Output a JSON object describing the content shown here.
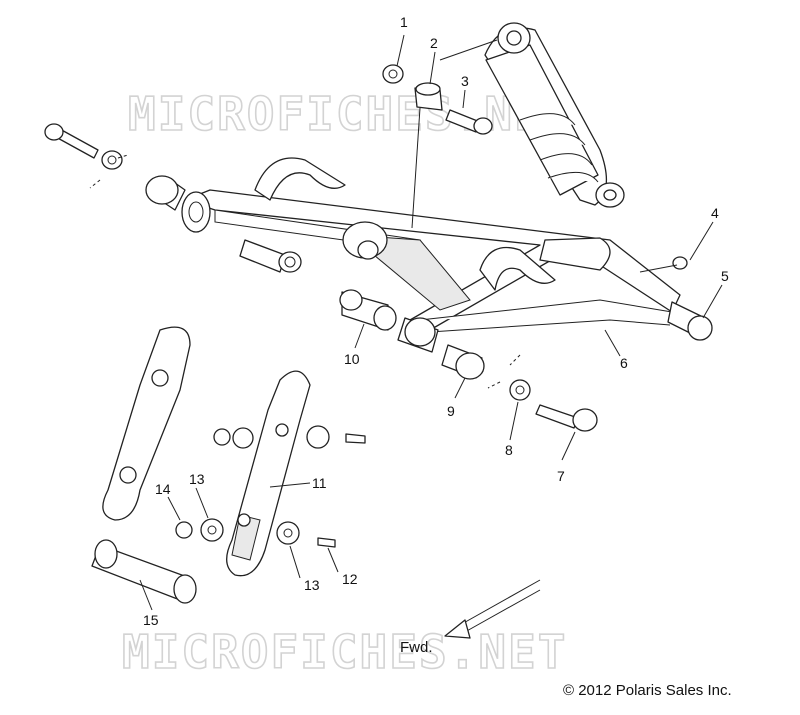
{
  "watermark": "MICROFICHES.NET",
  "direction_label": "Fwd.",
  "copyright": "© 2012 Polaris Sales Inc.",
  "callouts": [
    "1",
    "2",
    "3",
    "4",
    "5",
    "6",
    "7",
    "8",
    "9",
    "10",
    "11",
    "12",
    "13",
    "13",
    "14",
    "15"
  ]
}
